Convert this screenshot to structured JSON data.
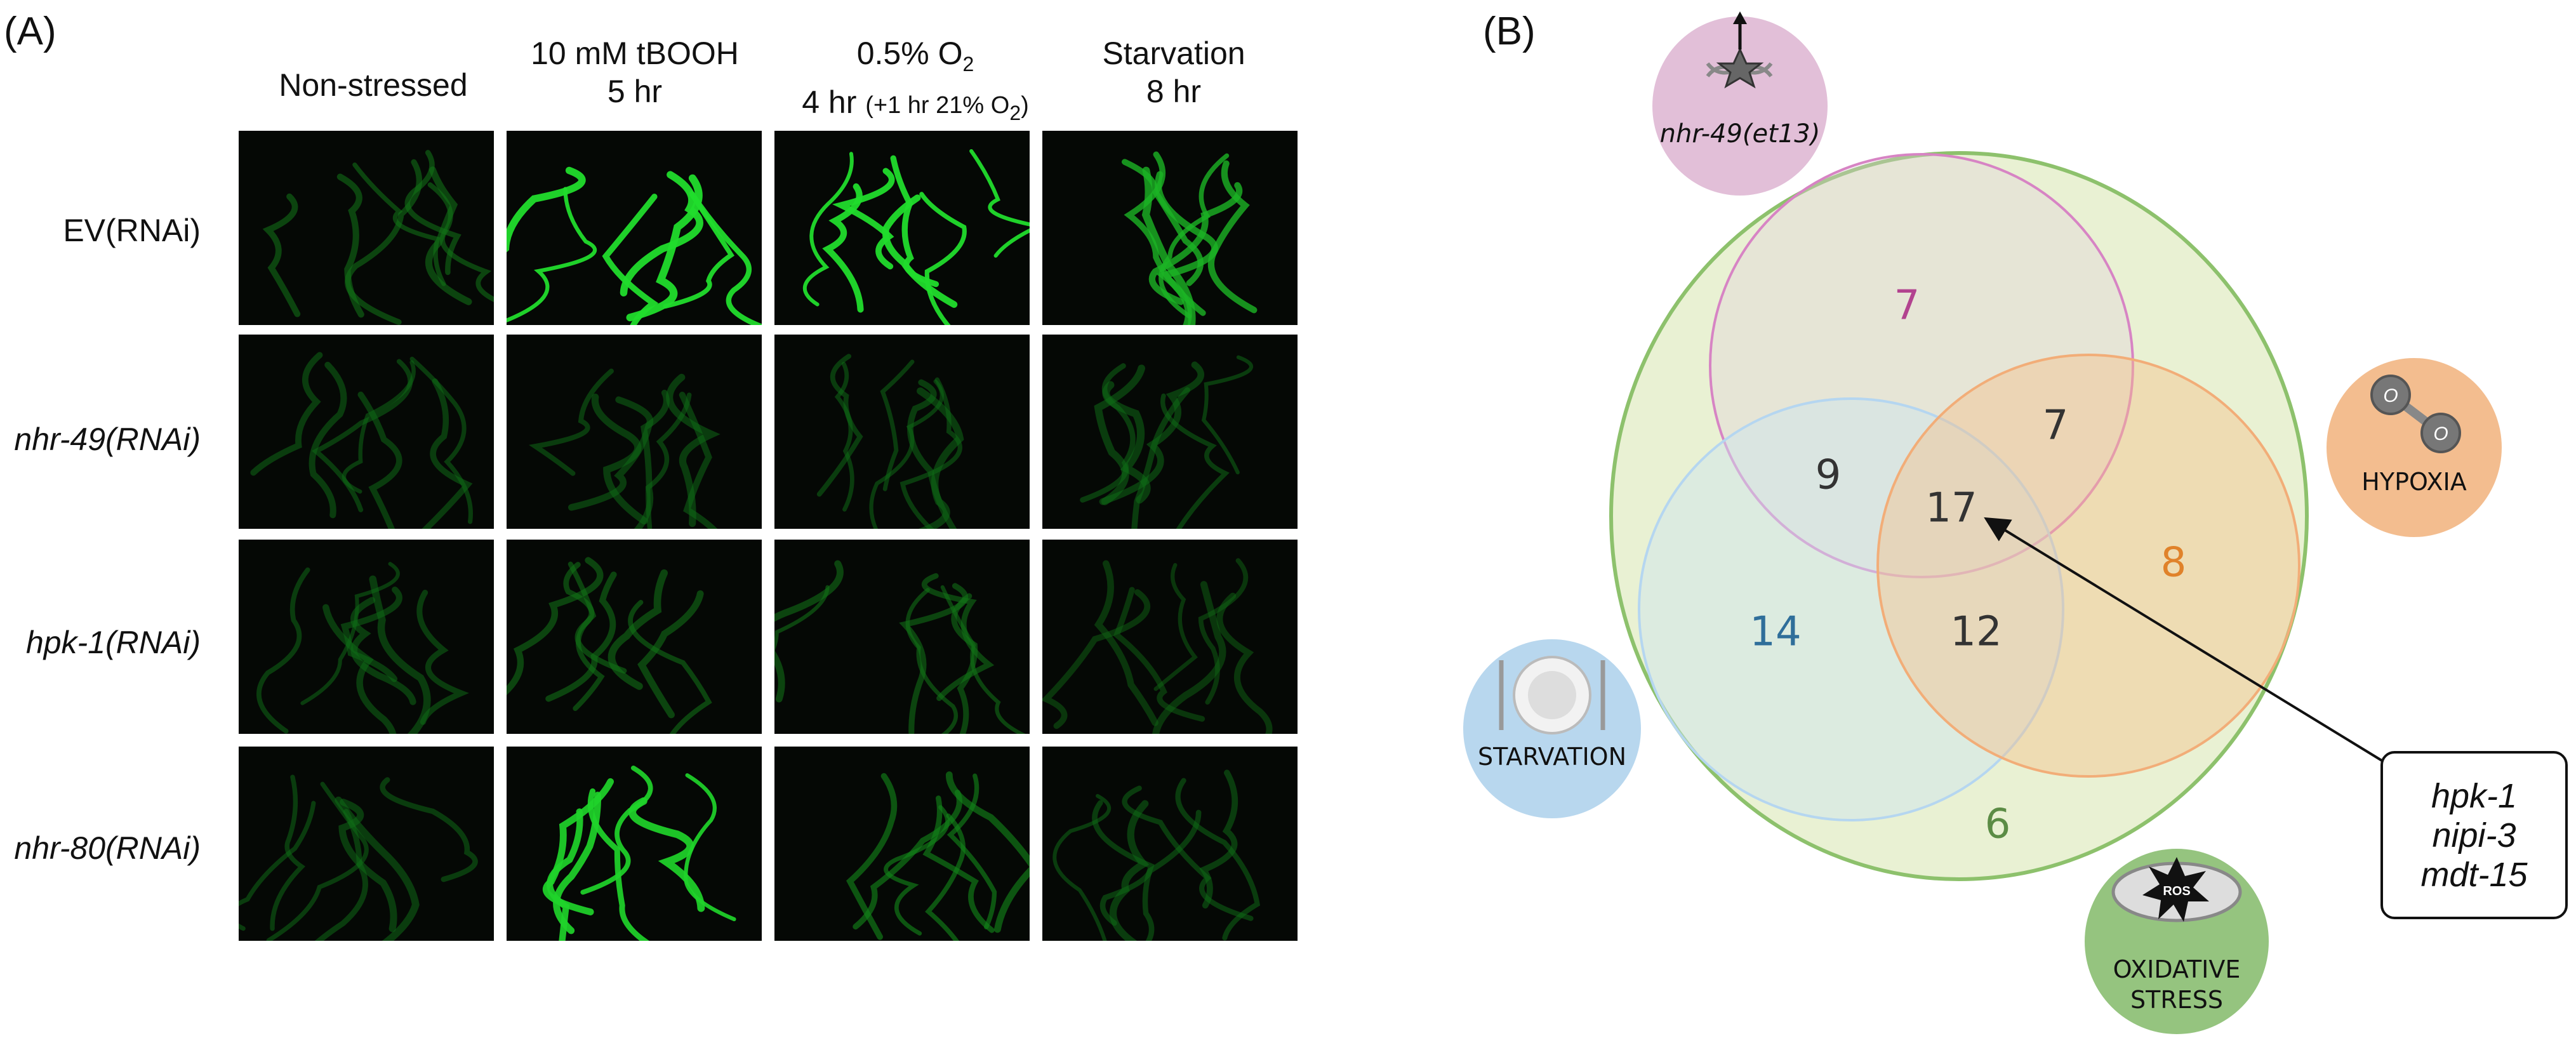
{
  "panel_a": {
    "label": "(A)",
    "columns": [
      {
        "line1": "Non-stressed",
        "line2": ""
      },
      {
        "line1": "10 mM tBOOH",
        "line2": "5 hr"
      },
      {
        "line1_main": "0.5% O",
        "line1_sub": "2",
        "line2_main": "4 hr ",
        "line2_small": "(+1 hr 21% O",
        "line2_sub": "2",
        "line2_close": ")"
      },
      {
        "line1": "Starvation",
        "line2": "8 hr"
      }
    ],
    "rows": [
      {
        "label": "EV(RNAi)",
        "intensity": [
          0.35,
          1.0,
          1.0,
          0.75
        ]
      },
      {
        "label": "nhr-49(RNAi)",
        "intensity": [
          0.3,
          0.3,
          0.3,
          0.3
        ]
      },
      {
        "label": "hpk-1(RNAi)",
        "intensity": [
          0.3,
          0.35,
          0.35,
          0.25
        ]
      },
      {
        "label": "nhr-80(RNAi)",
        "intensity": [
          0.3,
          0.95,
          0.45,
          0.3
        ]
      }
    ]
  },
  "panel_b": {
    "label": "(B)",
    "sets": {
      "nhr49": {
        "label": "nhr-49(et13)",
        "color": "#d784c4",
        "fill": "#e2bfd8"
      },
      "hypoxia": {
        "label": "HYPOXIA",
        "color": "#f2ad78",
        "fill": "#f3bd8f"
      },
      "starvation": {
        "label": "STARVATION",
        "color": "#b5d6f0",
        "fill": "#b8d7ee"
      },
      "oxidative": {
        "label_line1": "OXIDATIVE",
        "label_line2": "STRESS",
        "color": "#8dc16c",
        "fill": "#95c47f",
        "ros": "ROS"
      }
    },
    "counts": {
      "nhr49_only": "7",
      "nhr49_hypoxia": "7",
      "nhr49_starvation": "9",
      "all": "17",
      "hypoxia_only": "8",
      "starvation_only": "14",
      "starvation_hypoxia": "12",
      "oxidative_only": "6"
    },
    "count_colors": {
      "nhr49_only": "#b2438f",
      "hypoxia_only": "#e0822a",
      "starvation_only": "#2f6e9a",
      "oxidative_only": "#5b8c45",
      "shared": "#333333"
    },
    "callout": {
      "genes": [
        "hpk-1",
        "nipi-3",
        "mdt-15"
      ]
    }
  }
}
